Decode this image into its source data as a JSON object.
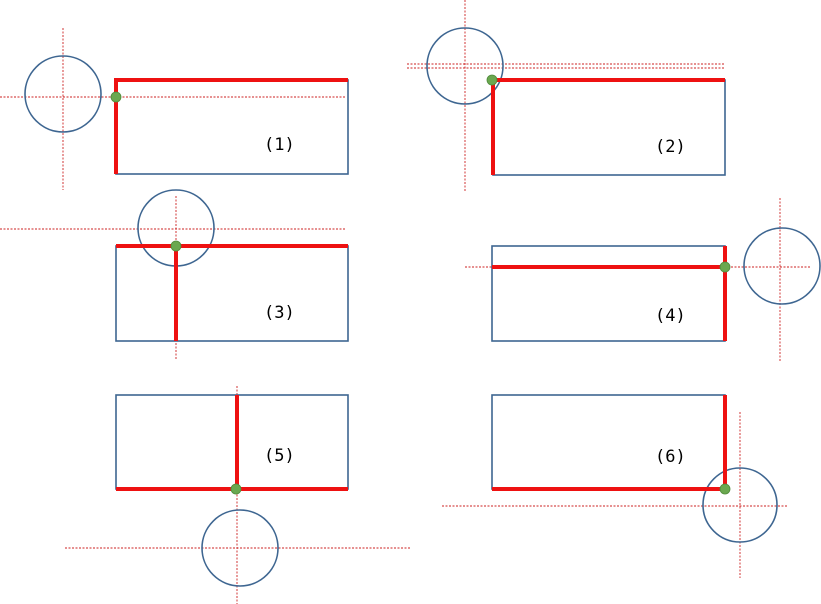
{
  "colors": {
    "rect_stroke": "#3e6691",
    "circle_stroke": "#3e6691",
    "highlight": "#ee1111",
    "guide_line": "#cc2222",
    "contact_point": "#6aa84f"
  },
  "panels": [
    {
      "label": "(1)"
    },
    {
      "label": "(2)"
    },
    {
      "label": "(3)"
    },
    {
      "label": "(4)"
    },
    {
      "label": "(5)"
    },
    {
      "label": "(6)"
    }
  ]
}
